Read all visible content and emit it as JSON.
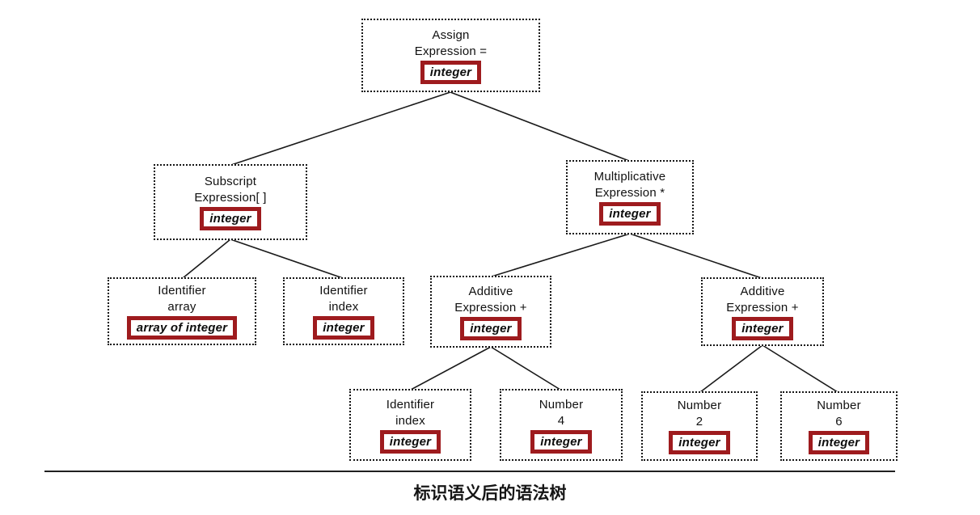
{
  "diagram": {
    "caption": "标识语义后的语法树",
    "colors": {
      "annotation_border": "#9e1b1e",
      "ink": "#161616"
    },
    "nodes": {
      "assign": {
        "line1": "Assign",
        "line2": "Expression =",
        "type": "integer"
      },
      "subscript": {
        "line1": "Subscript",
        "line2": "Expression[ ]",
        "type": "integer"
      },
      "mult": {
        "line1": "Multiplicative",
        "line2": "Expression *",
        "type": "integer"
      },
      "id_array": {
        "line1": "Identifier",
        "line2": "array",
        "type": "array of integer"
      },
      "id_index1": {
        "line1": "Identifier",
        "line2": "index",
        "type": "integer"
      },
      "add_left": {
        "line1": "Additive",
        "line2": "Expression +",
        "type": "integer"
      },
      "add_right": {
        "line1": "Additive",
        "line2": "Expression +",
        "type": "integer"
      },
      "id_index2": {
        "line1": "Identifier",
        "line2": "index",
        "type": "integer"
      },
      "num4": {
        "line1": "Number",
        "line2": "4",
        "type": "integer"
      },
      "num2": {
        "line1": "Number",
        "line2": "2",
        "type": "integer"
      },
      "num6": {
        "line1": "Number",
        "line2": "6",
        "type": "integer"
      }
    }
  }
}
